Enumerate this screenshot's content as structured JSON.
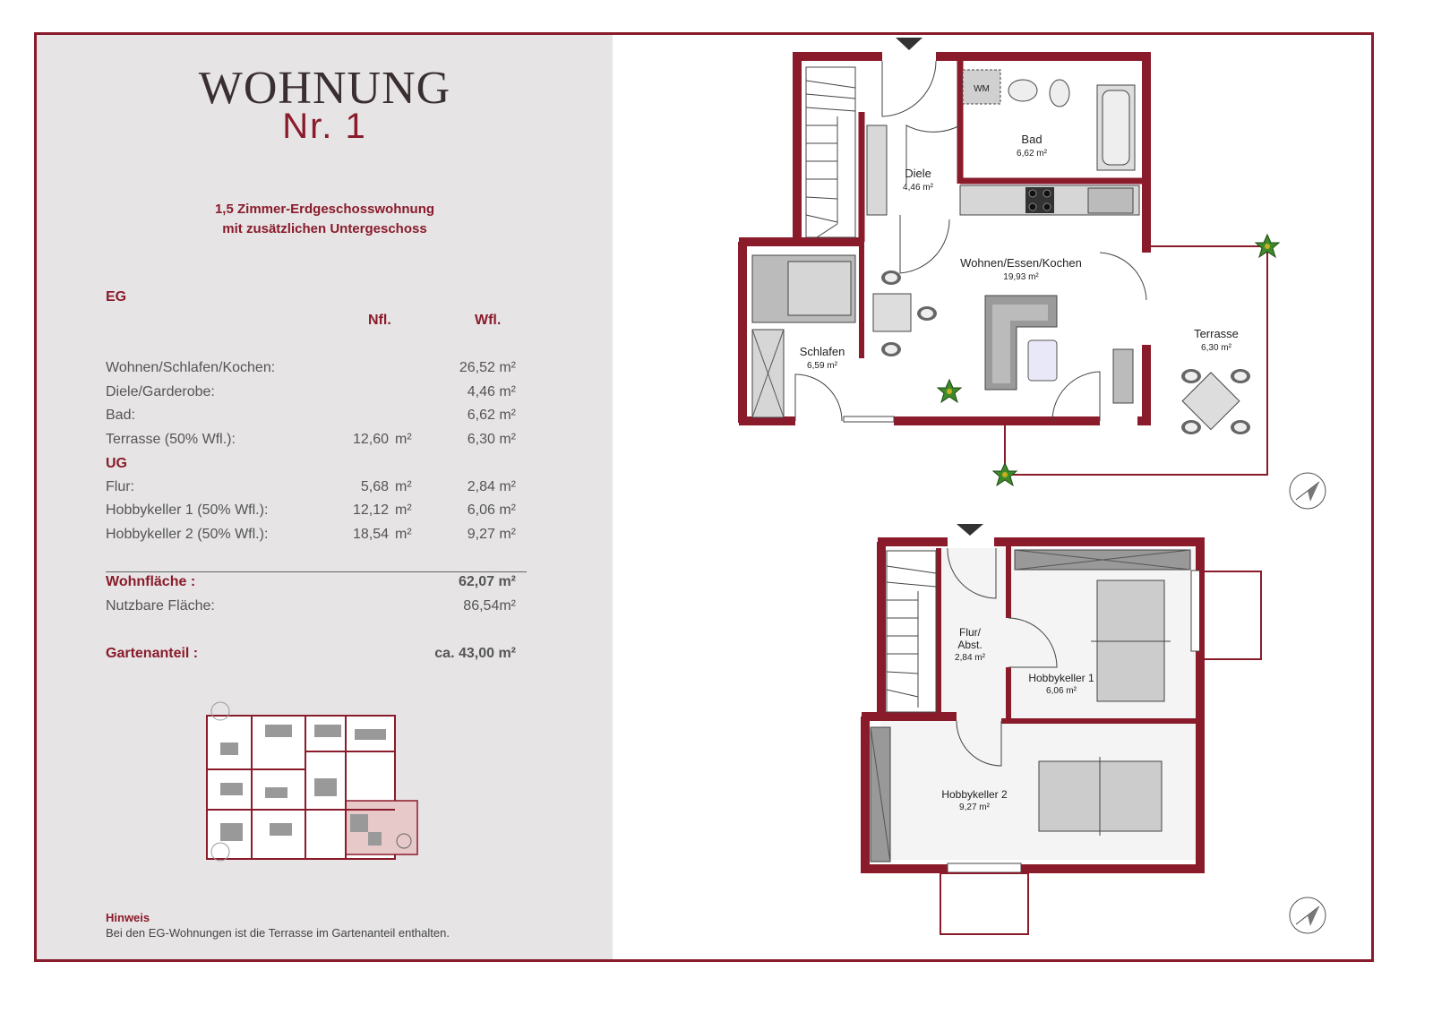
{
  "title": "WOHNUNG",
  "subtitle": "Nr. 1",
  "description": {
    "line1": "1,5 Zimmer-Erdgeschosswohnung",
    "line2": "mit zusätzlichen Untergeschoss"
  },
  "table": {
    "eg_label": "EG",
    "ug_label": "UG",
    "col_nfl": "Nfl.",
    "col_wfl": "Wfl.",
    "unit": "m²",
    "eg_rows": [
      {
        "name": "Wohnen/Schlafen/Kochen:",
        "nfl": "",
        "wfl": "26,52 m²"
      },
      {
        "name": "Diele/Garderobe:",
        "nfl": "",
        "wfl": "4,46 m²"
      },
      {
        "name": "Bad:",
        "nfl": "",
        "wfl": "6,62 m²"
      },
      {
        "name": "Terrasse (50% Wfl.):",
        "nfl": "12,60",
        "wfl": "6,30 m²"
      }
    ],
    "ug_rows": [
      {
        "name": "Flur:",
        "nfl": "5,68",
        "wfl": "2,84 m²"
      },
      {
        "name": "Hobbykeller 1 (50% Wfl.):",
        "nfl": "12,12",
        "wfl": "6,06 m²"
      },
      {
        "name": "Hobbykeller 2 (50% Wfl.):",
        "nfl": "18,54",
        "wfl": "9,27 m²"
      }
    ],
    "wohnflaeche_label": "Wohnfläche :",
    "wohnflaeche_value": "62,07 m²",
    "nutzbar_label": "Nutzbare Fläche:",
    "nutzbar_value": "86,54m²",
    "garten_label": "Gartenanteil :",
    "garten_value": "ca. 43,00 m²"
  },
  "hinweis": {
    "title": "Hinweis",
    "text": "Bei den EG-Wohnungen ist die Terrasse im Gartenanteil enthalten."
  },
  "rooms_eg": {
    "bad": {
      "name": "Bad",
      "area": "6,62 m²"
    },
    "diele": {
      "name": "Diele",
      "area": "4,46 m²"
    },
    "wohnen": {
      "name": "Wohnen/Essen/Kochen",
      "area": "19,93 m²"
    },
    "schlafen": {
      "name": "Schlafen",
      "area": "6,59 m²"
    },
    "terrasse": {
      "name": "Terrasse",
      "area": "6,30 m²"
    },
    "wm": "WM"
  },
  "rooms_ug": {
    "flur": {
      "name1": "Flur/",
      "name2": "Abst.",
      "area": "2,84 m²"
    },
    "hk1": {
      "name": "Hobbykeller 1",
      "area": "6,06 m²"
    },
    "hk2": {
      "name": "Hobbykeller 2",
      "area": "9,27 m²"
    }
  },
  "colors": {
    "accent": "#8a1b2b",
    "panel": "#e6e4e5",
    "furniture": "#9a9a9a"
  }
}
